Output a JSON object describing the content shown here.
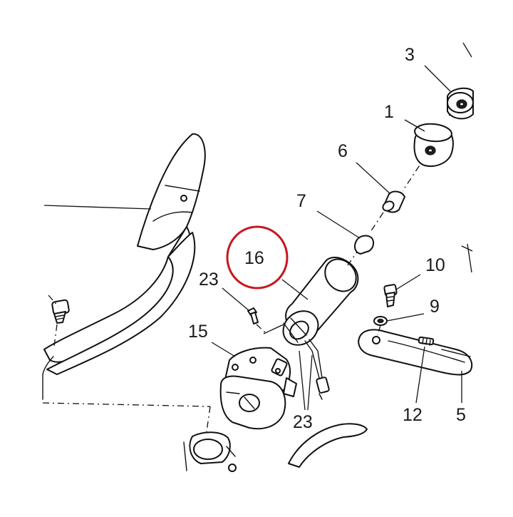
{
  "callouts": {
    "c3": "3",
    "c1": "1",
    "c6": "6",
    "c7": "7",
    "c16": "16",
    "c23a": "23",
    "c10": "10",
    "c9": "9",
    "c15": "15",
    "c12": "12",
    "c5": "5",
    "c23b": "23"
  },
  "highlight": {
    "target": "16",
    "color": "#c8161d"
  }
}
